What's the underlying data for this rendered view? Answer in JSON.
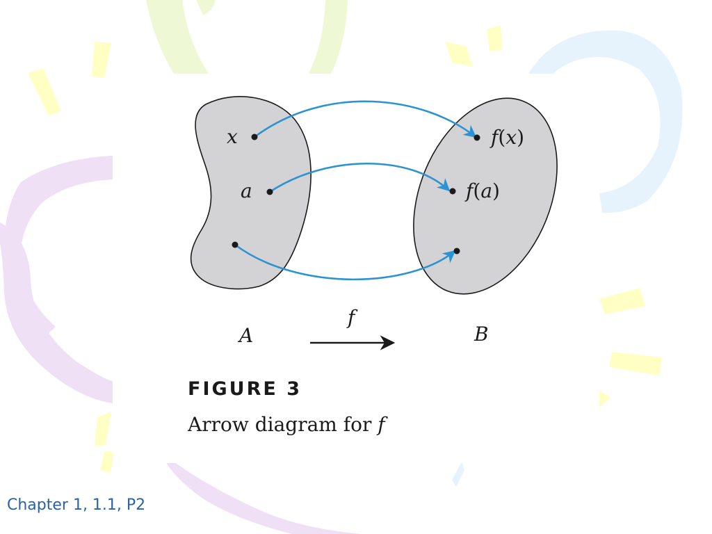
{
  "colors": {
    "set_fill": "#d3d3d5",
    "set_stroke": "#1a1a1a",
    "arrow_color": "#2b93d1",
    "text": "#1a1a1a",
    "footer_text": "#2a62a8",
    "decor_yellow": "#ffffc4",
    "decor_green": "#eef8d4",
    "decor_blue": "#e6f3fc",
    "decor_purple": "#f0e0f6"
  },
  "diagram": {
    "set_a_label": "A",
    "set_b_label": "B",
    "function_label": "f",
    "domain_points": [
      {
        "label": "x"
      },
      {
        "label": "a"
      },
      {
        "label": ""
      }
    ],
    "image_points": [
      {
        "fn": "f",
        "arg": "x"
      },
      {
        "fn": "f",
        "arg": "a"
      },
      {
        "fn": "",
        "arg": ""
      }
    ]
  },
  "figure": {
    "label": "FIGURE 3",
    "caption_text": "Arrow diagram for ",
    "caption_fn": "f"
  },
  "footer": {
    "reference": "Chapter 1, 1.1, P2"
  }
}
